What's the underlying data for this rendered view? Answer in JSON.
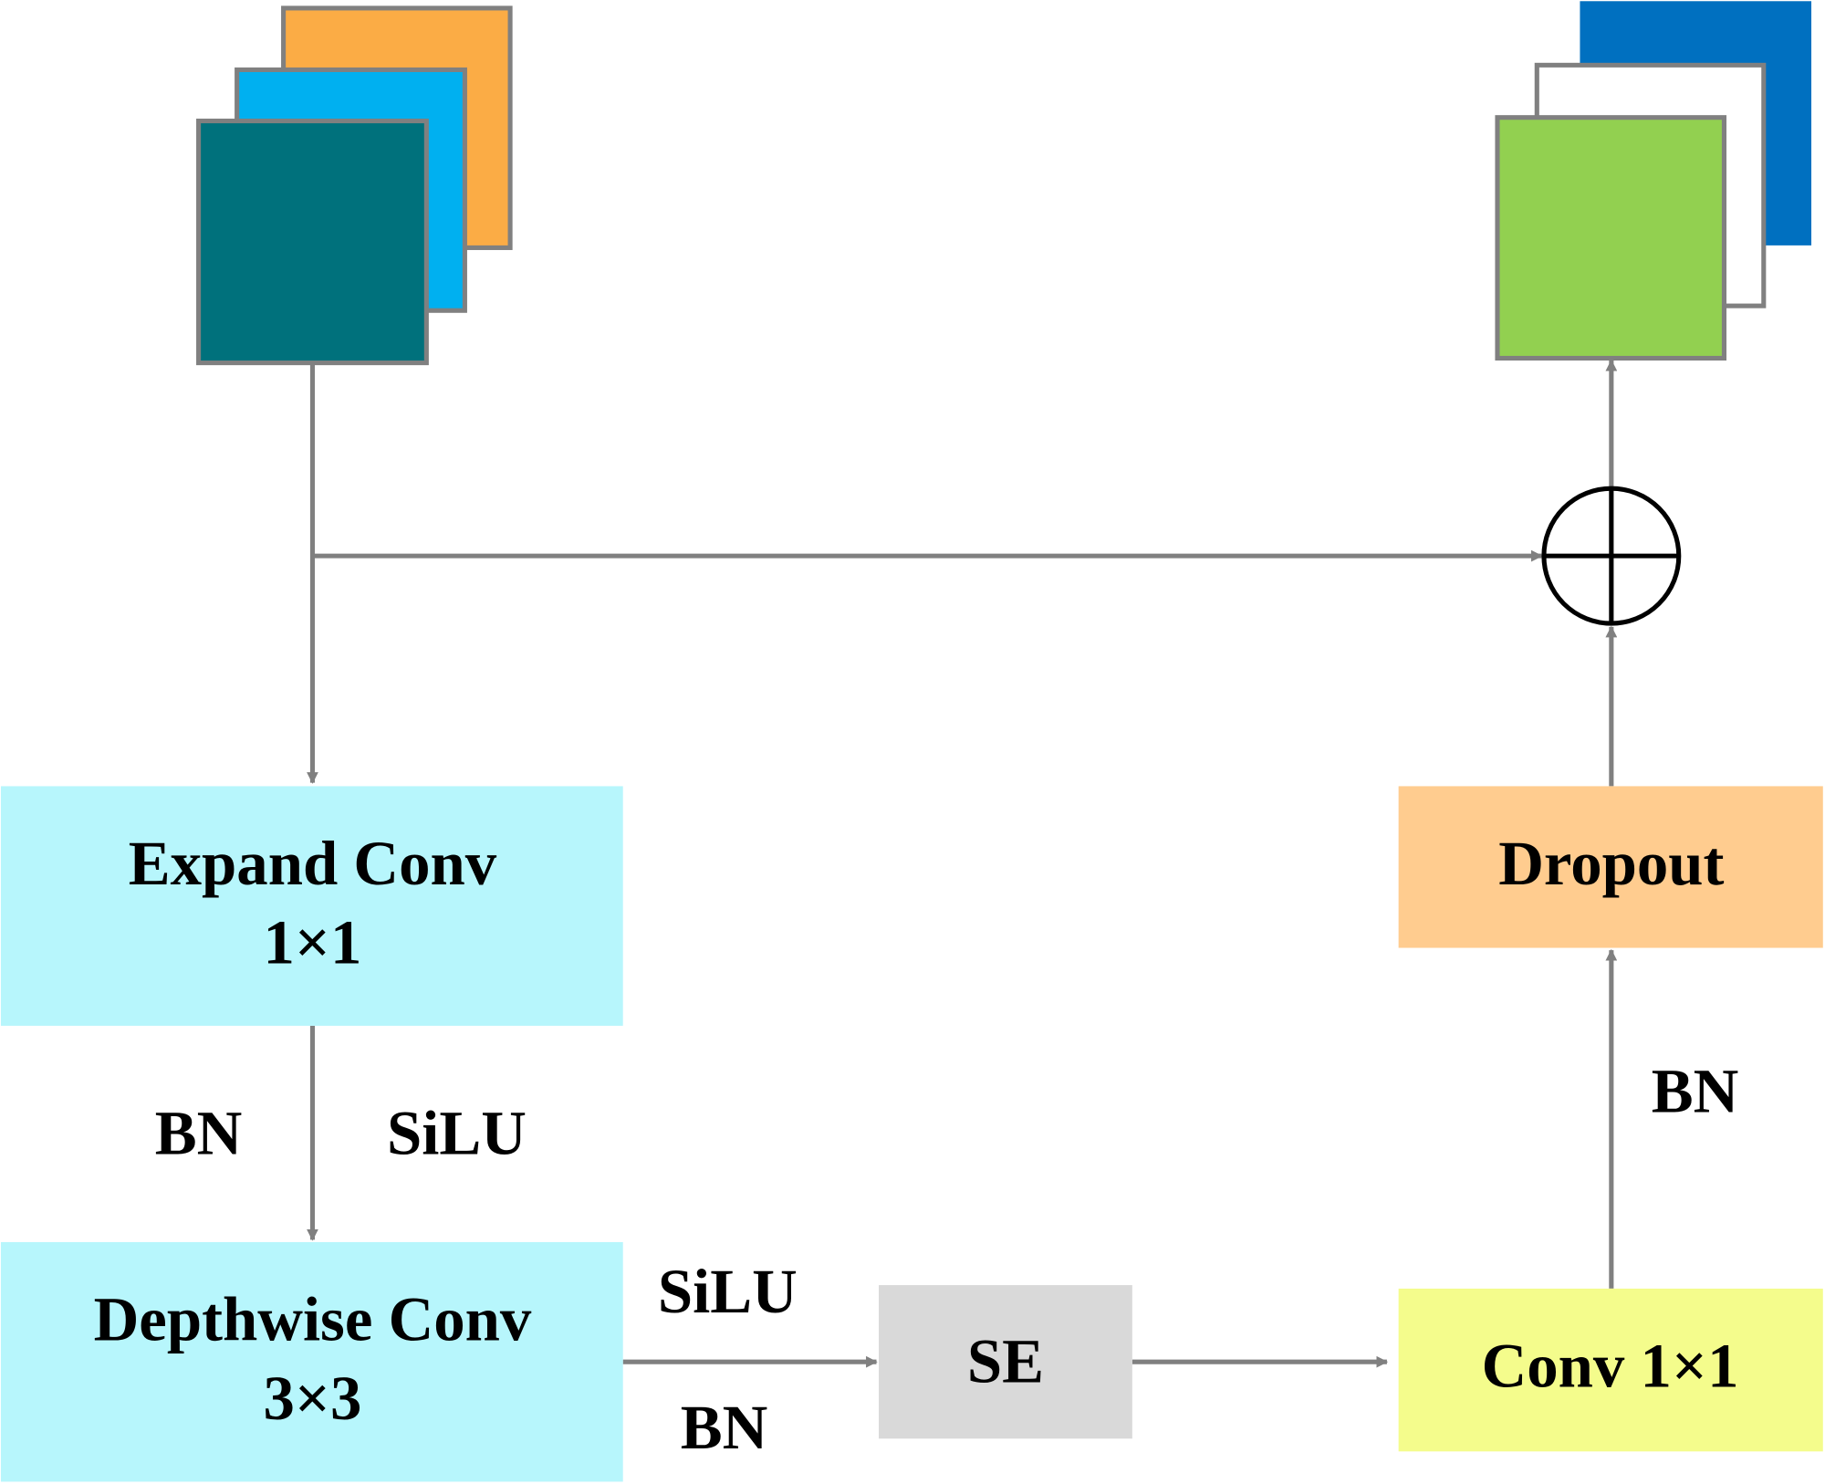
{
  "colors": {
    "input_map_back": "#FBAC45",
    "input_map_middle": "#00B0F0",
    "input_map_front": "#00717C",
    "output_map_back": "#0070C0",
    "output_map_middle": "#FFFFFF",
    "output_map_front": "#92D050",
    "conv_block": "#B7F6FC",
    "se_block": "#D9D9D9",
    "dropout_block": "#FFCC8F",
    "pointwise_block": "#F4FC8C",
    "arrow": "#808080"
  },
  "blocks": {
    "expand_conv": {
      "line1": "Expand Conv",
      "line2": "1×1"
    },
    "depthwise_conv": {
      "line1": "Depthwise Conv",
      "line2": "3×3"
    },
    "se": {
      "label": "SE"
    },
    "conv1x1": {
      "label": "Conv 1×1"
    },
    "dropout": {
      "label": "Dropout"
    }
  },
  "edge_labels": {
    "expand_bn": "BN",
    "expand_silu": "SiLU",
    "depthwise_silu": "SiLU",
    "depthwise_bn": "BN",
    "conv_bn": "BN"
  },
  "add_node": {
    "icon": "circled-plus-icon"
  }
}
